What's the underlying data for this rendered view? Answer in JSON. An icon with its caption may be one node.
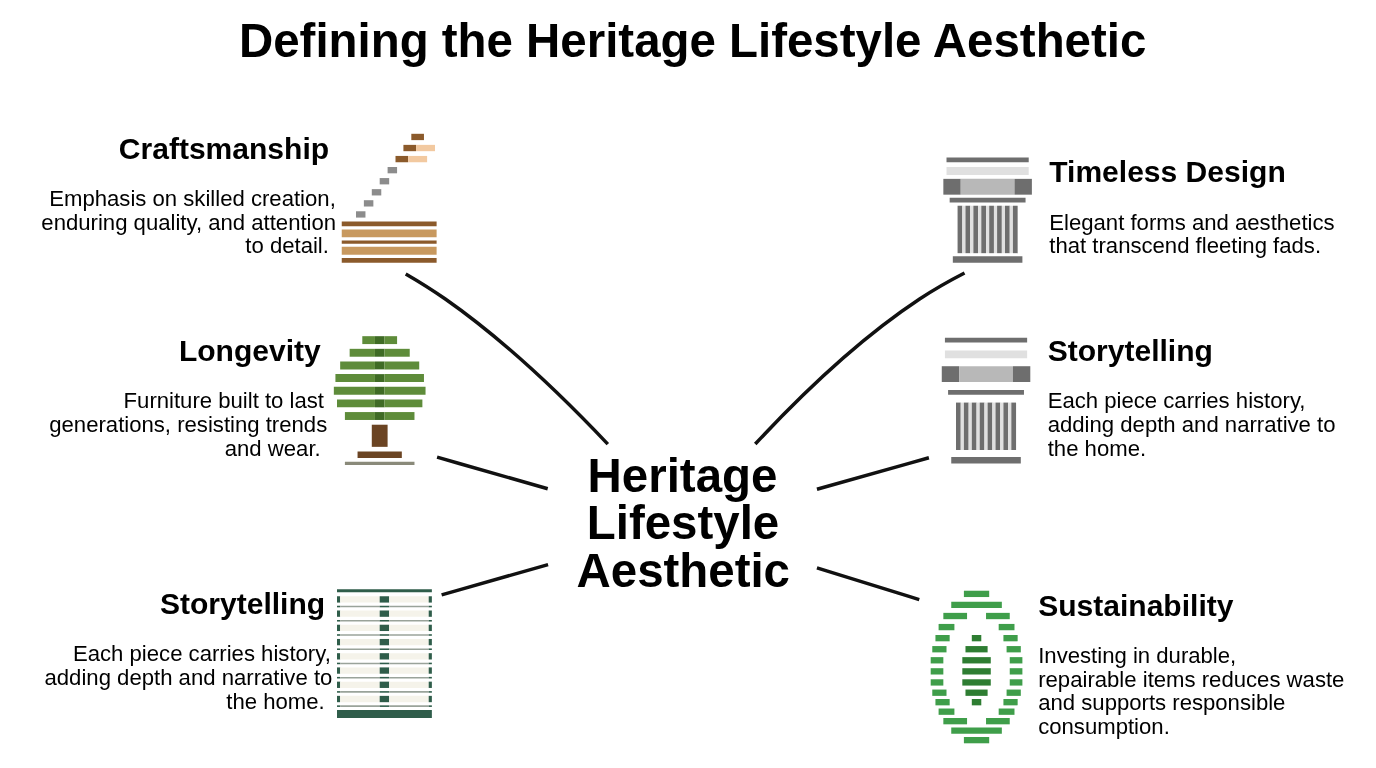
{
  "diagram": {
    "title": "Defining the Heritage Lifestyle Aesthetic",
    "nodes": [
      {
        "text": [
          "Heritage Lifestyle Aesthetic"
        ]
      },
      {
        "text": [],
        "shape": "picture",
        "beside": [
          "Craftsmanship",
          "Emphasis on skilled creation, enduring quality, and attention to detail."
        ]
      },
      {
        "text": [],
        "shape": "picture",
        "beside": [
          "Timeless Design",
          "Elegant forms and aesthetics that transcend fleeting fads."
        ]
      },
      {
        "text": [],
        "shape": "picture",
        "beside": [
          "Longevity",
          "Furniture built to last generations, resisting trends and wear."
        ]
      },
      {
        "text": [],
        "shape": "picture",
        "beside": [
          "Storytelling",
          "Each piece carries history, adding depth and narrative to the home."
        ]
      },
      {
        "text": [],
        "shape": "picture",
        "beside": [
          "Storytelling",
          "Each piece carries history, adding depth and narrative to the home."
        ]
      },
      {
        "text": [],
        "shape": "picture",
        "beside": [
          "Sustainability",
          "Investing in durable, repairable items reduces waste and supports responsible consumption."
        ]
      }
    ],
    "edges": [
      {
        "from": 0,
        "to": 1,
        "arrow": "none"
      },
      {
        "from": 0,
        "to": 2,
        "arrow": "none"
      },
      {
        "from": 0,
        "to": 3,
        "arrow": "none"
      },
      {
        "from": 0,
        "to": 4,
        "arrow": "none"
      },
      {
        "from": 0,
        "to": 5,
        "arrow": "none"
      },
      {
        "from": 0,
        "to": 6,
        "arrow": "none"
      }
    ]
  }
}
